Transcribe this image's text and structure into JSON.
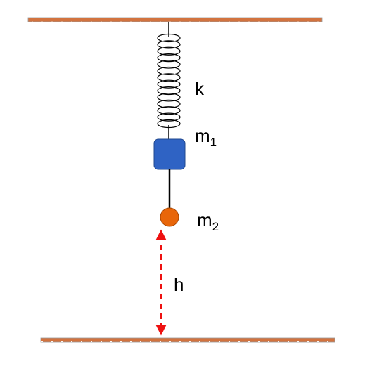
{
  "labels": {
    "spring_constant": "k",
    "mass1_base": "m",
    "mass1_sub": "1",
    "mass2_base": "m",
    "mass2_sub": "2",
    "height": "h"
  },
  "colors": {
    "ceiling": "#d2733f",
    "floor": "#d2733f",
    "surface_edge": "#9a9a9a",
    "surface_dots": "#ffffff",
    "spring": "#000000",
    "block_fill": "#2f63c4",
    "block_edge": "#20488f",
    "ball_fill": "#e8660a",
    "ball_edge": "#a64400",
    "arrow": "#ee1111"
  }
}
